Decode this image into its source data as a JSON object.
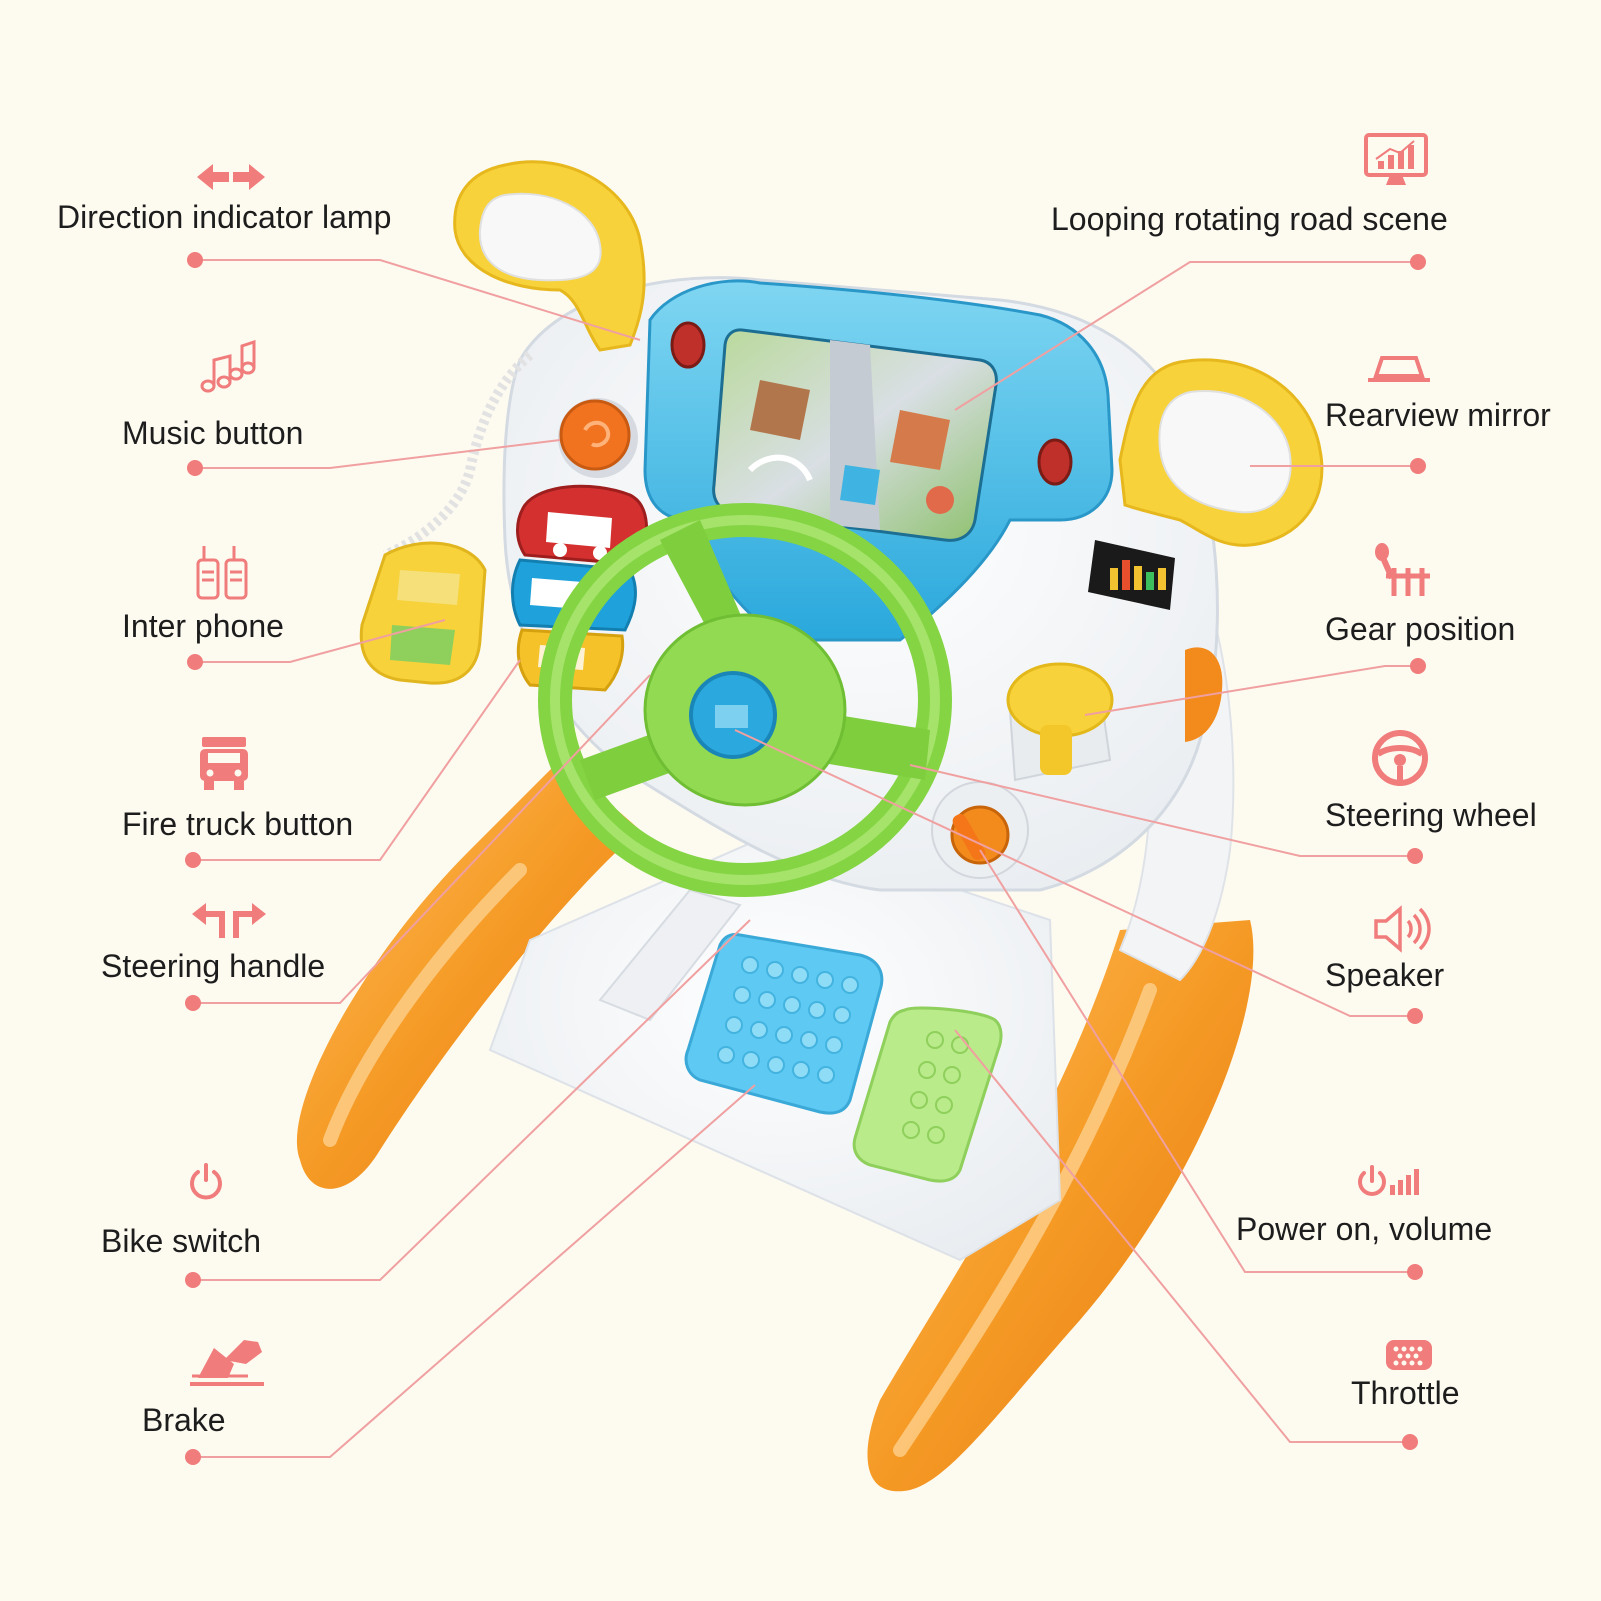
{
  "colors": {
    "background": "#fdfaf0",
    "accent": "#f07c7c",
    "leader_line": "#f0a0a0",
    "orange": "#f39a2a",
    "green": "#8ed64a",
    "blue": "#4dbde8",
    "yellow": "#f7d23a"
  },
  "labels": {
    "left": [
      {
        "id": "direction-indicator-lamp",
        "text": "Direction indicator lamp",
        "icon": "double-arrow-icon"
      },
      {
        "id": "music-button",
        "text": "Music button",
        "icon": "music-notes-icon"
      },
      {
        "id": "inter-phone",
        "text": "Inter phone",
        "icon": "walkie-talkie-icon"
      },
      {
        "id": "fire-truck-button",
        "text": "Fire truck button",
        "icon": "truck-icon"
      },
      {
        "id": "steering-handle",
        "text": "Steering handle",
        "icon": "turn-arrows-icon"
      },
      {
        "id": "bike-switch",
        "text": "Bike switch",
        "icon": "power-icon"
      },
      {
        "id": "brake",
        "text": "Brake",
        "icon": "pedal-foot-icon"
      }
    ],
    "right": [
      {
        "id": "looping-rotating-road-scene",
        "text": "Looping rotating road scene",
        "icon": "monitor-chart-icon"
      },
      {
        "id": "rearview-mirror",
        "text": "Rearview mirror",
        "icon": "mirror-icon"
      },
      {
        "id": "gear-position",
        "text": "Gear position",
        "icon": "gear-shift-icon"
      },
      {
        "id": "steering-wheel",
        "text": "Steering wheel",
        "icon": "steering-wheel-icon"
      },
      {
        "id": "speaker",
        "text": "Speaker",
        "icon": "speaker-icon"
      },
      {
        "id": "power-on-volume",
        "text": "Power on, volume",
        "icon": "power-volume-icon"
      },
      {
        "id": "throttle",
        "text": "Throttle",
        "icon": "throttle-pad-icon"
      }
    ]
  }
}
